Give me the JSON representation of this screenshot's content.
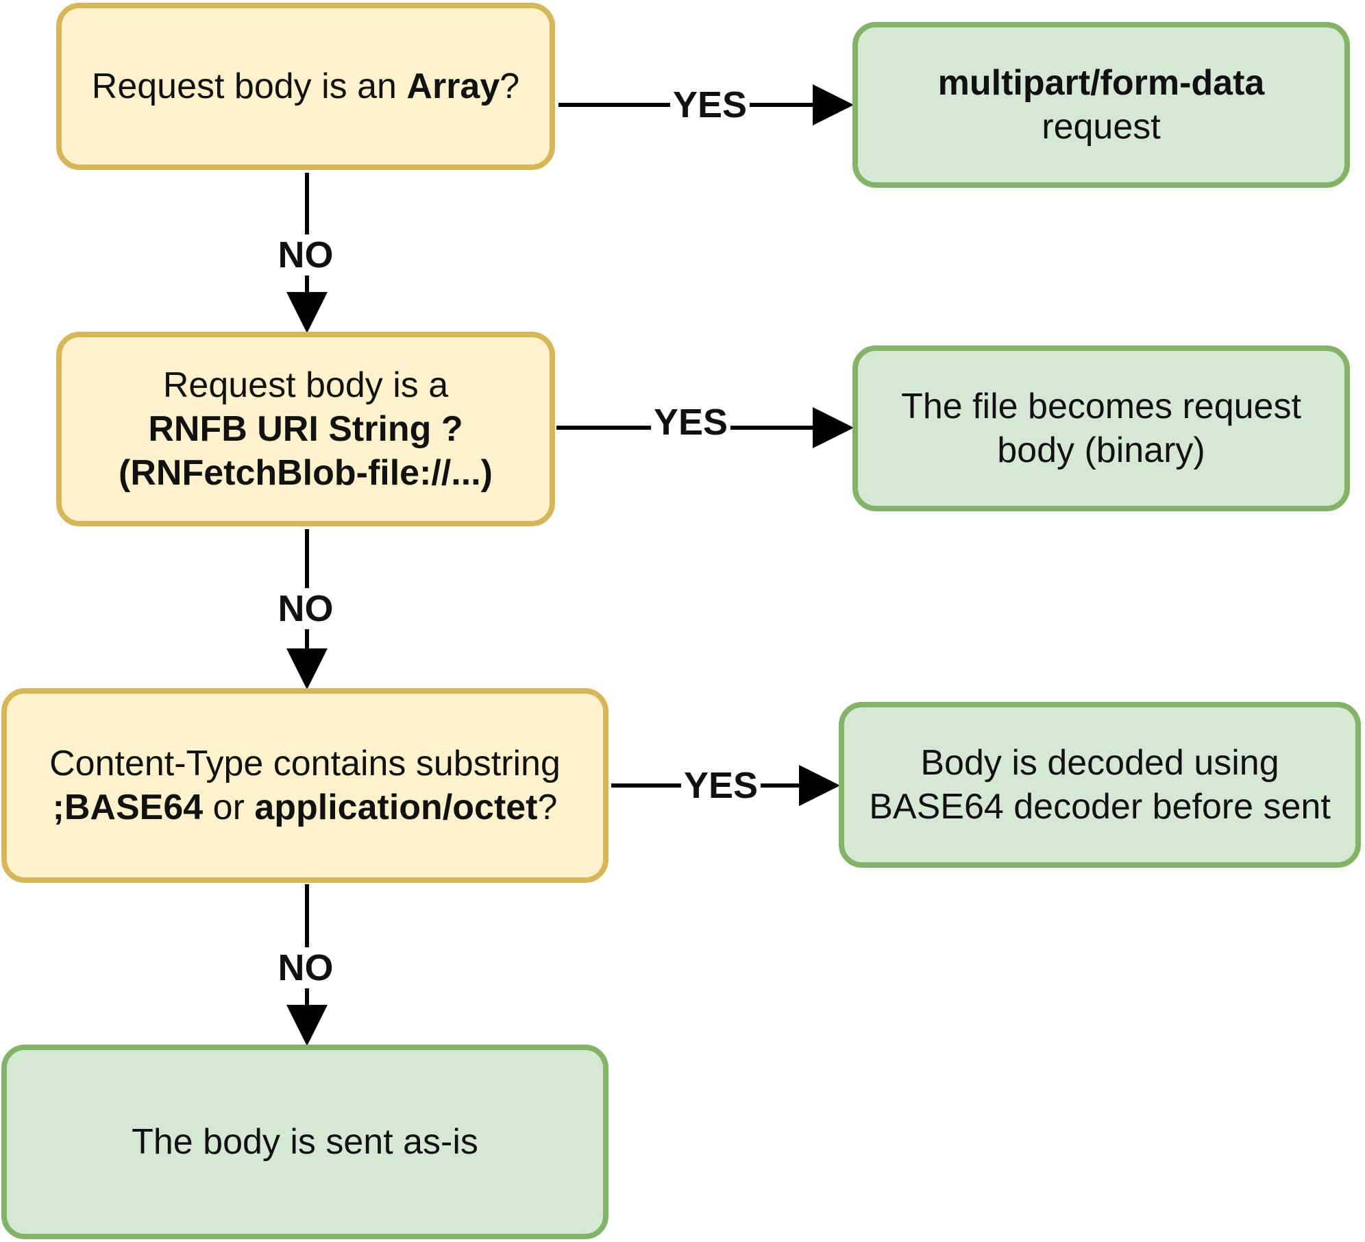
{
  "nodes": {
    "d1": {
      "pre": "Request body is an ",
      "bold": "Array",
      "post": "?"
    },
    "d2": {
      "line1": "Request body is a",
      "line2": "RNFB URI String ?",
      "line3": "(RNFetchBlob-file://...)"
    },
    "d3": {
      "line1": "Content-Type contains substring",
      "bold1": ";BASE64",
      "mid": " or ",
      "bold2": "application/octet",
      "post": "?"
    },
    "o1": {
      "line1": "multipart/form-data",
      "line2": "request"
    },
    "o2": {
      "line1": "The file becomes request",
      "line2": "body (binary)"
    },
    "o3": {
      "line1": "Body is decoded using",
      "line2": "BASE64 decoder before sent"
    },
    "o4": {
      "line1": "The body is sent as-is"
    }
  },
  "edges": {
    "yes1": "YES",
    "yes2": "YES",
    "yes3": "YES",
    "no1": "NO",
    "no2": "NO",
    "no3": "NO"
  },
  "colors": {
    "decision_fill": "#fff2cc",
    "decision_border": "#d6b656",
    "outcome_fill": "#d5e8d4",
    "outcome_border": "#82b366",
    "arrow": "#000000"
  }
}
